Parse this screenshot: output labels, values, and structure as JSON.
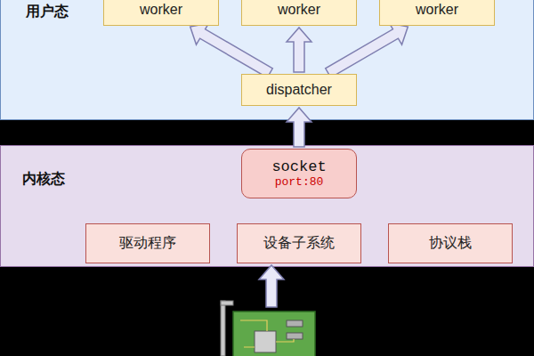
{
  "diagram": {
    "nodes": [
      {
        "text": [
          "用户态"
        ]
      },
      {
        "text": [
          "worker"
        ],
        "in": 0
      },
      {
        "text": [
          "worker"
        ],
        "in": 0
      },
      {
        "text": [
          "worker"
        ],
        "in": 0
      },
      {
        "text": [
          "dispatcher"
        ],
        "in": 0
      },
      {
        "text": [
          "内核态"
        ]
      },
      {
        "text": [
          "socket",
          "port:80"
        ],
        "in": 5
      },
      {
        "text": [
          "驱动程序"
        ],
        "in": 5
      },
      {
        "text": [
          "设备子系统"
        ],
        "in": 5
      },
      {
        "text": [
          "协议栈"
        ],
        "in": 5
      }
    ],
    "edges": [
      {
        "from": 4,
        "to": 1,
        "arrow": "to"
      },
      {
        "from": 4,
        "to": 2,
        "arrow": "to"
      },
      {
        "from": 4,
        "to": 3,
        "arrow": "to"
      },
      {
        "from": 6,
        "to": 4,
        "arrow": "to"
      }
    ]
  }
}
